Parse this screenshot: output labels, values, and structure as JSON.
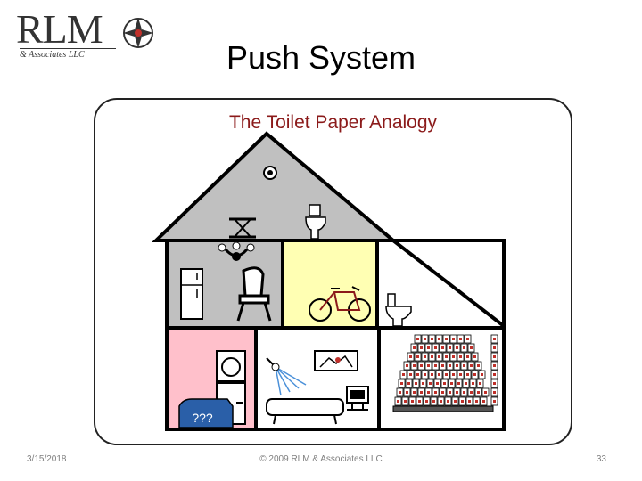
{
  "logo": {
    "main": "RLM",
    "sub": "& Associates LLC"
  },
  "slide": {
    "title": "Push System"
  },
  "figure": {
    "title": "The Toilet Paper Analogy"
  },
  "sign": {
    "text": "???"
  },
  "footer": {
    "date": "3/15/2018",
    "copyright": "© 2009 RLM & Associates LLC",
    "page_number": "33"
  },
  "colors": {
    "attic": "#c0c0c0",
    "living": "#c0c0c0",
    "bedroom": "#ffffb3",
    "laundry": "#ffc0cb",
    "title_red": "#8b1a1a",
    "toilet_paper_red": "#c0302a"
  }
}
